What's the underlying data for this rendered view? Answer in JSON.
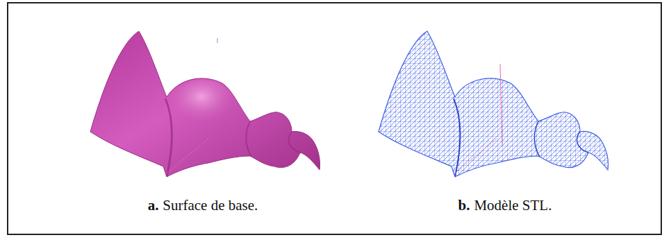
{
  "diagram": {
    "labels": [
      "a.",
      "Surface de base.",
      "b.",
      "Modèle STL."
    ]
  }
}
